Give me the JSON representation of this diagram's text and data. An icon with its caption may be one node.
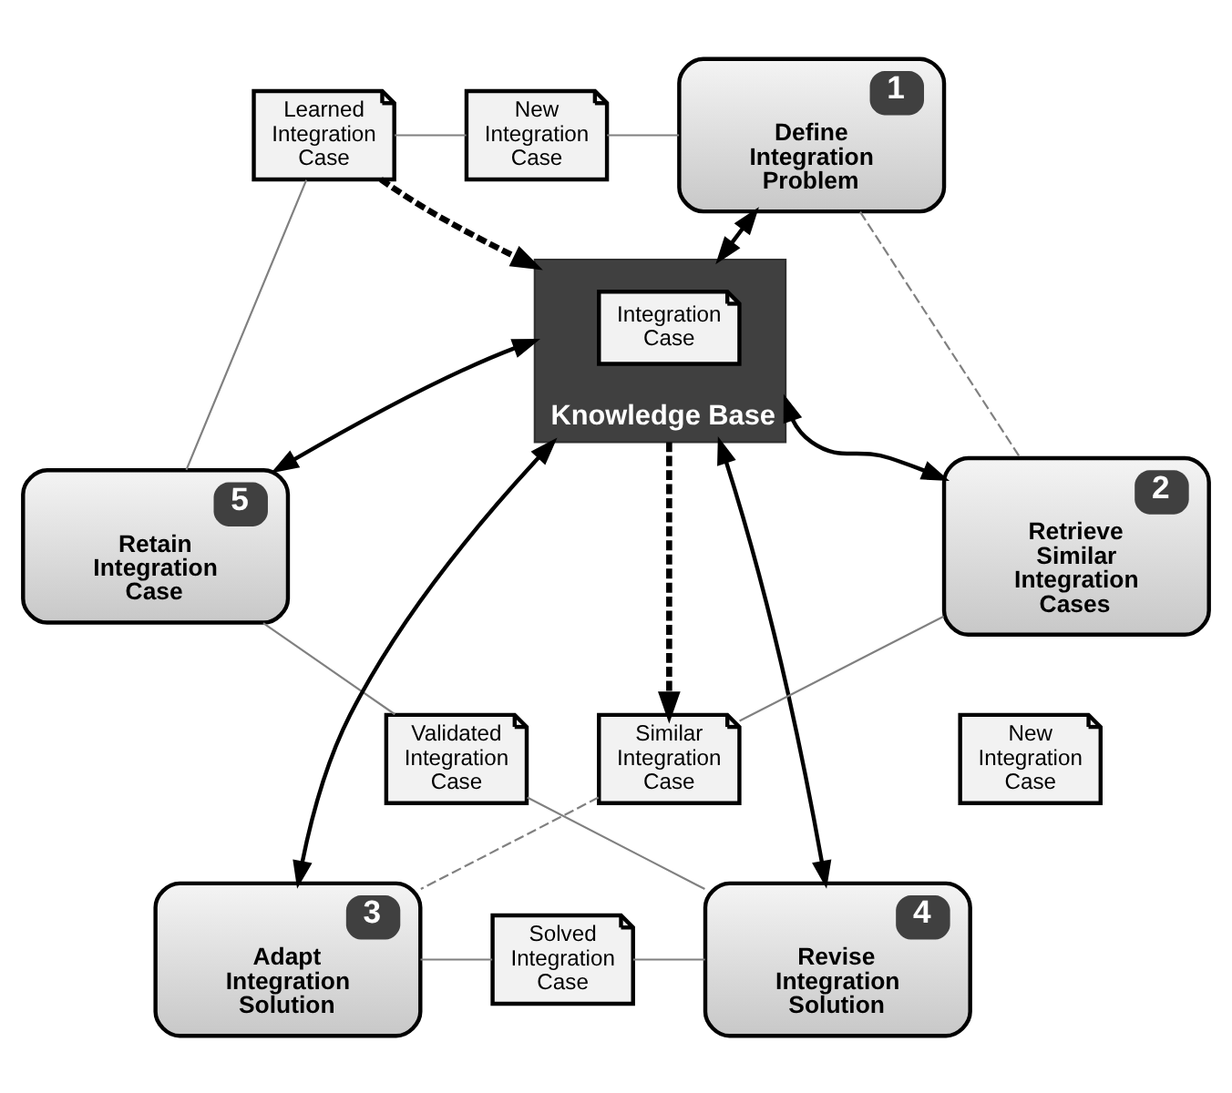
{
  "diagram": {
    "nodes": [
      {
        "text": [
          "New Integration Case"
        ]
      },
      {
        "text": [
          "Learned Integration Case"
        ]
      },
      {
        "text": [
          "1",
          "Define Integration Problem"
        ]
      },
      {
        "text": [
          "5",
          "Retain Integration Case"
        ]
      },
      {
        "text": [
          "Knowledge Base"
        ]
      },
      {
        "text": [
          "Integration Case"
        ],
        "in": 4
      },
      {
        "text": [
          "2",
          "Retrieve Similar Integration Cases"
        ]
      },
      {
        "text": [
          "Validated Integration Case"
        ]
      },
      {
        "text": [
          "Similar Integration Case"
        ]
      },
      {
        "text": [
          "New Integration Case"
        ]
      },
      {
        "text": [
          "4",
          "Revise Integration Solution"
        ]
      },
      {
        "text": [
          "3",
          "Adapt Integration Solution"
        ]
      },
      {
        "text": [
          "Solved Integration Case"
        ]
      }
    ],
    "edges": [
      {
        "from": 0,
        "to": 2,
        "arrow": "none"
      },
      {
        "from": 2,
        "to": 6,
        "arrow": "none",
        "style": "dashed"
      },
      {
        "from": 6,
        "to": 8,
        "arrow": "none"
      },
      {
        "from": 8,
        "to": 11,
        "arrow": "none",
        "style": "dashed"
      },
      {
        "from": 11,
        "to": 12,
        "arrow": "none"
      },
      {
        "from": 12,
        "to": 10,
        "arrow": "none"
      },
      {
        "from": 10,
        "to": 7,
        "arrow": "none"
      },
      {
        "from": 7,
        "to": 3,
        "arrow": "none"
      },
      {
        "from": 3,
        "to": 1,
        "arrow": "none"
      },
      {
        "from": 1,
        "to": 0,
        "arrow": "none"
      },
      {
        "from": 4,
        "to": 2,
        "arrow": "both",
        "color": "#000000"
      },
      {
        "from": 4,
        "to": 6,
        "arrow": "both",
        "color": "#000000"
      },
      {
        "from": 4,
        "to": 11,
        "arrow": "both",
        "color": "#000000"
      },
      {
        "from": 4,
        "to": 10,
        "arrow": "both",
        "color": "#000000"
      },
      {
        "from": 4,
        "to": 3,
        "arrow": "both",
        "color": "#000000"
      },
      {
        "from": 1,
        "to": 4,
        "arrow": "to",
        "style": "dashed",
        "color": "#000000"
      },
      {
        "from": 4,
        "to": 8,
        "arrow": "to",
        "style": "dashed",
        "color": "#000000"
      }
    ]
  }
}
